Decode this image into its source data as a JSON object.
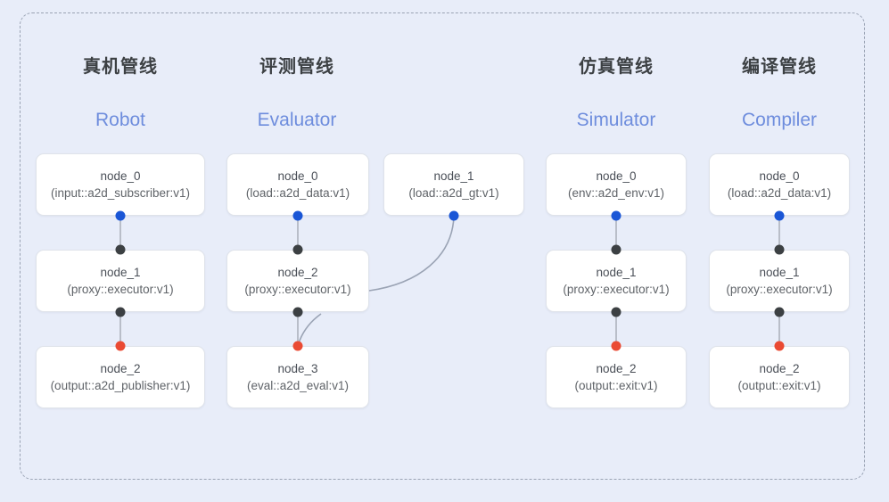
{
  "diagram": {
    "background_color": "#e8edf9",
    "frame_border_color": "#9aa3b4",
    "dot_colors": {
      "input": "#1a56d6",
      "link": "#3c4043",
      "output": "#ea4a33"
    }
  },
  "columns": [
    {
      "id": "robot",
      "cn_title": "真机管线",
      "en_title": "Robot",
      "nodes": [
        {
          "name": "node_0",
          "type": "(input::a2d_subscriber:v1)"
        },
        {
          "name": "node_1",
          "type": "(proxy::executor:v1)"
        },
        {
          "name": "node_2",
          "type": "(output::a2d_publisher:v1)"
        }
      ]
    },
    {
      "id": "evaluator",
      "cn_title": "评测管线",
      "en_title": "Evaluator",
      "nodes": [
        {
          "name": "node_0",
          "type": "(load::a2d_data:v1)"
        },
        {
          "name": "node_2",
          "type": "(proxy::executor:v1)"
        },
        {
          "name": "node_3",
          "type": "(eval::a2d_eval:v1)"
        }
      ],
      "side_nodes": [
        {
          "name": "node_1",
          "type": "(load::a2d_gt:v1)"
        }
      ]
    },
    {
      "id": "simulator",
      "cn_title": "仿真管线",
      "en_title": "Simulator",
      "nodes": [
        {
          "name": "node_0",
          "type": "(env::a2d_env:v1)"
        },
        {
          "name": "node_1",
          "type": "(proxy::executor:v1)"
        },
        {
          "name": "node_2",
          "type": "(output::exit:v1)"
        }
      ]
    },
    {
      "id": "compiler",
      "cn_title": "编译管线",
      "en_title": "Compiler",
      "nodes": [
        {
          "name": "node_0",
          "type": "(load::a2d_data:v1)"
        },
        {
          "name": "node_1",
          "type": "(proxy::executor:v1)"
        },
        {
          "name": "node_2",
          "type": "(output::exit:v1)"
        }
      ]
    }
  ]
}
